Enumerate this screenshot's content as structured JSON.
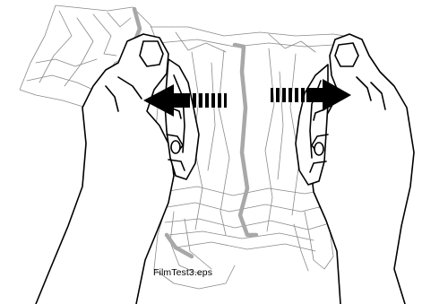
{
  "figure": {
    "caption": "FilmTest3.eps",
    "colors": {
      "line": "#000000",
      "film": "#8a8a8a",
      "seam": "#a8a8a8",
      "background": "#ffffff"
    },
    "arrows": {
      "left": "arrow-pointing-left",
      "right": "arrow-pointing-right"
    }
  }
}
